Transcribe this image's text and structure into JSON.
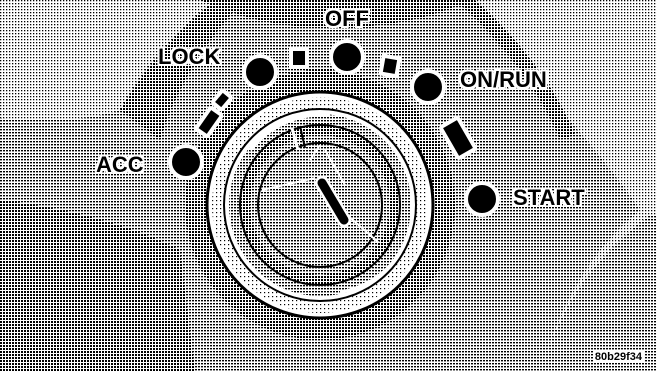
{
  "diagram": {
    "positions": [
      {
        "key": "acc",
        "label": "ACC"
      },
      {
        "key": "lock",
        "label": "LOCK"
      },
      {
        "key": "off",
        "label": "OFF"
      },
      {
        "key": "on_run",
        "label": "ON/RUN"
      },
      {
        "key": "start",
        "label": "START"
      }
    ],
    "figure_code": "80b29f34"
  }
}
